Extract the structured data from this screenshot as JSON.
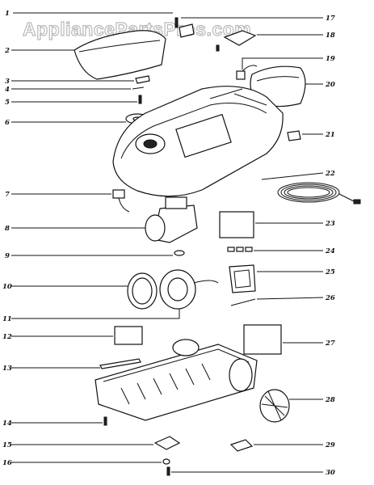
{
  "watermark": "AppliancePartsPros.com",
  "callouts": [
    {
      "id": "c1",
      "label": "1"
    },
    {
      "id": "c2",
      "label": "2"
    },
    {
      "id": "c3",
      "label": "3"
    },
    {
      "id": "c4",
      "label": "4"
    },
    {
      "id": "c5",
      "label": "5"
    },
    {
      "id": "c6",
      "label": "6"
    },
    {
      "id": "c7",
      "label": "7"
    },
    {
      "id": "c8",
      "label": "8"
    },
    {
      "id": "c9",
      "label": "9"
    },
    {
      "id": "c10",
      "label": "10"
    },
    {
      "id": "c11",
      "label": "11"
    },
    {
      "id": "c12",
      "label": "12"
    },
    {
      "id": "c13",
      "label": "13"
    },
    {
      "id": "c14",
      "label": "14"
    },
    {
      "id": "c15",
      "label": "15"
    },
    {
      "id": "c16",
      "label": "16"
    },
    {
      "id": "c17",
      "label": "17"
    },
    {
      "id": "c18",
      "label": "18"
    },
    {
      "id": "c19",
      "label": "19"
    },
    {
      "id": "c20",
      "label": "20"
    },
    {
      "id": "c21",
      "label": "21"
    },
    {
      "id": "c22",
      "label": "22"
    },
    {
      "id": "c23",
      "label": "23"
    },
    {
      "id": "c24",
      "label": "24"
    },
    {
      "id": "c25",
      "label": "25"
    },
    {
      "id": "c26",
      "label": "26"
    },
    {
      "id": "c27",
      "label": "27"
    },
    {
      "id": "c28",
      "label": "28"
    },
    {
      "id": "c29",
      "label": "29"
    },
    {
      "id": "c30",
      "label": "30"
    }
  ]
}
